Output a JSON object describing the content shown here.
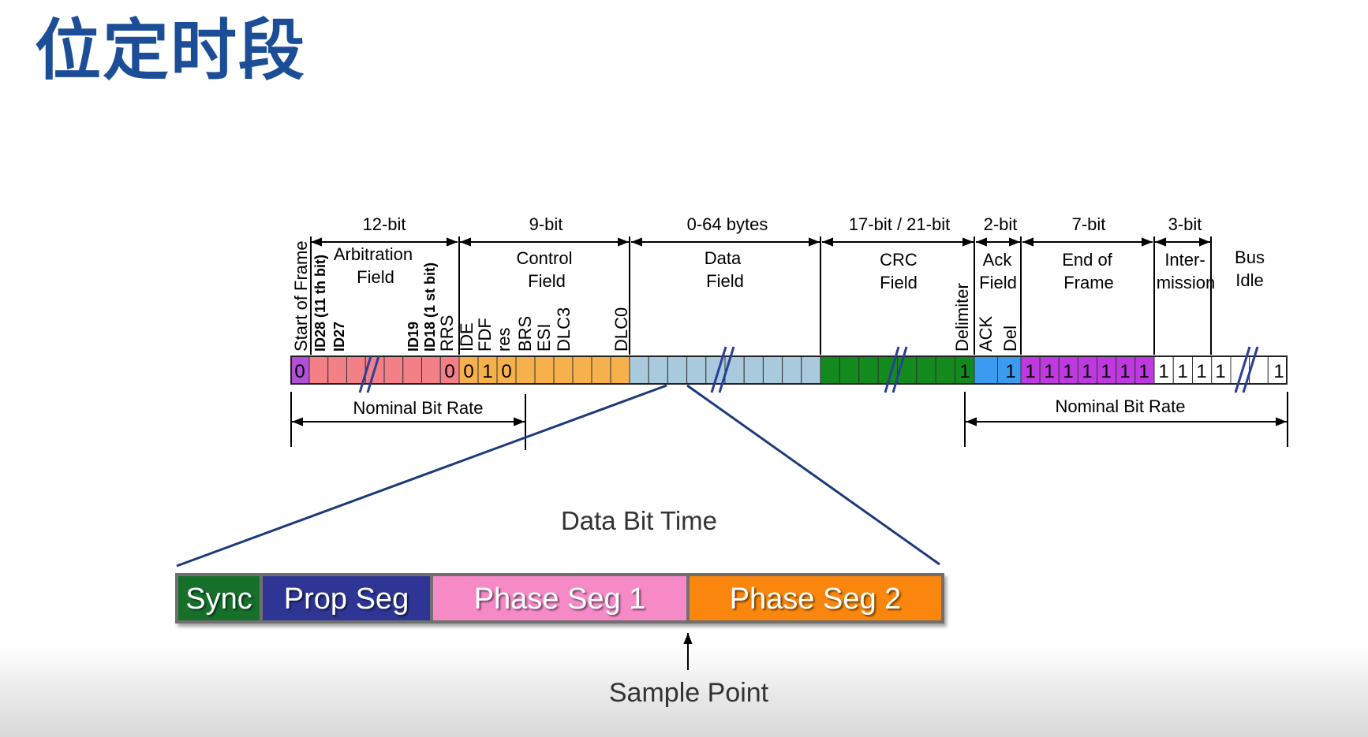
{
  "slide": {
    "title": "位定时段"
  },
  "frame": {
    "fields": [
      {
        "width": "12-bit",
        "name": [
          "Arbitration",
          "Field"
        ]
      },
      {
        "width": "9-bit",
        "name": [
          "Control",
          "Field"
        ]
      },
      {
        "width": "0-64 bytes",
        "name": [
          "Data",
          "Field"
        ]
      },
      {
        "width": "17-bit / 21-bit",
        "name": [
          "CRC",
          "Field"
        ]
      },
      {
        "width": "2-bit",
        "name": [
          "Ack",
          "Field"
        ]
      },
      {
        "width": "7-bit",
        "name": [
          "End of",
          "Frame"
        ]
      },
      {
        "width": "3-bit",
        "name": [
          "Inter-",
          "mission"
        ]
      },
      {
        "width": "",
        "name": [
          "Bus",
          "Idle"
        ]
      }
    ],
    "bit_labels": [
      {
        "text": "Start of Frame",
        "bold": false
      },
      {
        "text": "ID28 (11 th bit)",
        "bold": true
      },
      {
        "text": "ID27",
        "bold": true
      },
      {
        "text": "ID19",
        "bold": true
      },
      {
        "text": "ID18 (1 st bit)",
        "bold": true
      },
      {
        "text": "RRS",
        "bold": false
      },
      {
        "text": "IDE",
        "bold": false
      },
      {
        "text": "FDF",
        "bold": false
      },
      {
        "text": "res",
        "bold": false
      },
      {
        "text": "BRS",
        "bold": false
      },
      {
        "text": "ESI",
        "bold": false
      },
      {
        "text": "DLC3",
        "bold": false
      },
      {
        "text": "DLC0",
        "bold": false
      },
      {
        "text": "Delimiter",
        "bold": false
      },
      {
        "text": "ACK",
        "bold": false
      },
      {
        "text": "Del",
        "bold": false
      }
    ],
    "bit_values": [
      "0",
      "0",
      "0",
      "1",
      "0",
      "1",
      "1",
      "1",
      "1",
      "1",
      "1",
      "1",
      "1",
      "1",
      "1",
      "1",
      "1",
      "1",
      "1",
      "1"
    ],
    "nominal_rate_label": "Nominal Bit Rate",
    "colors": {
      "sof": "#b24fd6",
      "arbitration": "#f37f87",
      "control": "#f6b14c",
      "data": "#a9c9dd",
      "crc": "#128a1e",
      "ack": "#3b9cef",
      "eof": "#be3ae0",
      "intermission": "#ffffff",
      "idle": "#ffffff",
      "break_mark": "#2a3f96"
    }
  },
  "bit_time": {
    "title": "Data Bit Time",
    "segments": [
      "Sync",
      "Prop Seg",
      "Phase Seg 1",
      "Phase Seg 2"
    ],
    "colors": [
      "#12702c",
      "#2d3594",
      "#f58ac7",
      "#fb8608"
    ],
    "sample_point_label": "Sample Point"
  }
}
